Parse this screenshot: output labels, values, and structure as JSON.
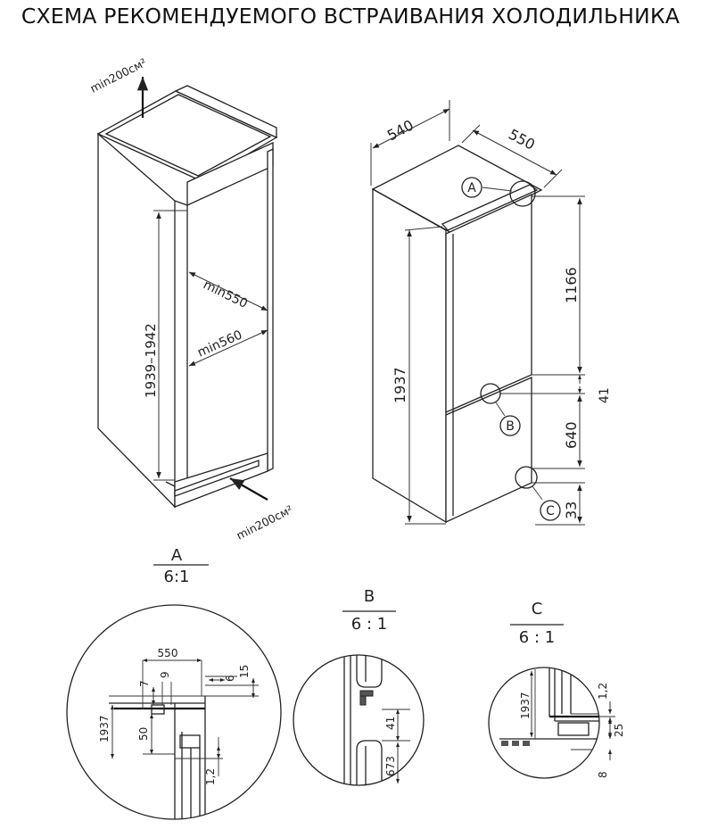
{
  "title": "СХЕМА РЕКОМЕНДУЕМОГО ВСТРАИВАНИЯ ХОЛОДИЛЬНИКА",
  "niche": {
    "vent_top": "min200см²",
    "vent_bottom": "min200см²",
    "height": "1939–1942",
    "depth": "min550",
    "width": "min560"
  },
  "fridge": {
    "width": "540",
    "depth": "550",
    "height_total": "1937",
    "height_upper": "1166",
    "gap": "41",
    "height_lower": "640",
    "base": "33",
    "marker_a": "A",
    "marker_b": "B",
    "marker_c": "C"
  },
  "detail_a": {
    "letter": "A",
    "scale": "6:1",
    "d550": "550",
    "d7": "7",
    "d9": "9",
    "d6": "6",
    "d15": "15",
    "d1937": "1937",
    "d50": "50",
    "d12": "1,2"
  },
  "detail_b": {
    "letter": "B",
    "scale": "6 : 1",
    "d41": "41",
    "d673": "673"
  },
  "detail_c": {
    "letter": "C",
    "scale": "6 : 1",
    "d12": "1,2",
    "d25": "25",
    "d1937": "1937",
    "d8": "8"
  }
}
